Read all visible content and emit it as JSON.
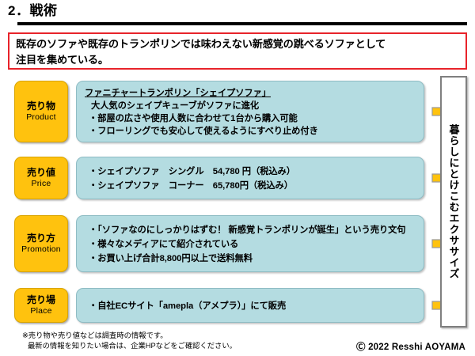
{
  "slide": {
    "title": "2．戦術",
    "headline": [
      "既存のソファや既存のトランポリンでは味わえない新感覚の跳べるソファとして",
      "注目を集めている。"
    ],
    "tagline": "暮らしにとけこむエクササイズ"
  },
  "rows": [
    {
      "label_jp": "売り物",
      "label_en": "Product",
      "lines": [
        "ファニチャートランポリン「シェイプソファ」",
        "大人気のシェイプキューブがソファに進化",
        "・部屋の広さや使用人数に合わせて1台から購入可能",
        "・フローリングでも安心して使えるようにすべり止め付き"
      ],
      "arrow": "right-arrow-icon"
    },
    {
      "label_jp": "売り値",
      "label_en": "Price",
      "lines": [
        "・シェイプソファ　シングル　54,780 円（税込み）",
        "・シェイプソファ　コーナー　65,780円（税込み）"
      ],
      "arrow": "right-arrow-icon"
    },
    {
      "label_jp": "売り方",
      "label_en": "Promotion",
      "lines": [
        "・「ソファなのにしっかりはずむ！ 新感覚トランポリンが誕生」という売り文句",
        "・様々なメディアにて紹介されている",
        "・お買い上げ合計8,800円以上で送料無料"
      ],
      "arrow": "right-arrow-icon"
    },
    {
      "label_jp": "売り場",
      "label_en": "Place",
      "lines": [
        "・自社ECサイト「amepla（アメプラ）」にて販売"
      ],
      "arrow": "right-arrow-icon"
    }
  ],
  "footer": {
    "note_line1": "※売り物や売り値などは調査時の情報です。",
    "note_line2": "最新の情報を知りたい場合は、企業HPなどをご確認ください。",
    "copyright": "Ⓒ 2022 Resshi AOYAMA"
  },
  "colors": {
    "accent_yellow": "#FFC20E",
    "panel_teal": "#B4DCE1",
    "headline_border_red": "#E8232A",
    "rule_black": "#000000",
    "tagline_border_gray": "#7F7F7F"
  }
}
